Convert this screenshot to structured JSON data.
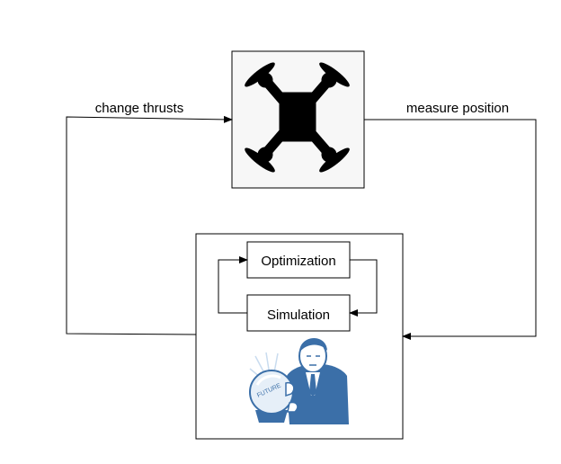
{
  "edges": {
    "left_label": "change thrusts",
    "right_label": "measure position"
  },
  "controller": {
    "optimization_label": "Optimization",
    "simulation_label": "Simulation"
  },
  "illustration": {
    "crystal_ball_text": "FUTURE"
  },
  "colors": {
    "line": "#000000",
    "drone": "#000000",
    "drone_box_fill": "#f7f7f7",
    "illustration_blue": "#3b6fa8",
    "illustration_light": "#c9dcef"
  },
  "icons": {
    "drone": "quadcopter-icon",
    "fortune_teller": "man-with-crystal-ball-illustration"
  }
}
